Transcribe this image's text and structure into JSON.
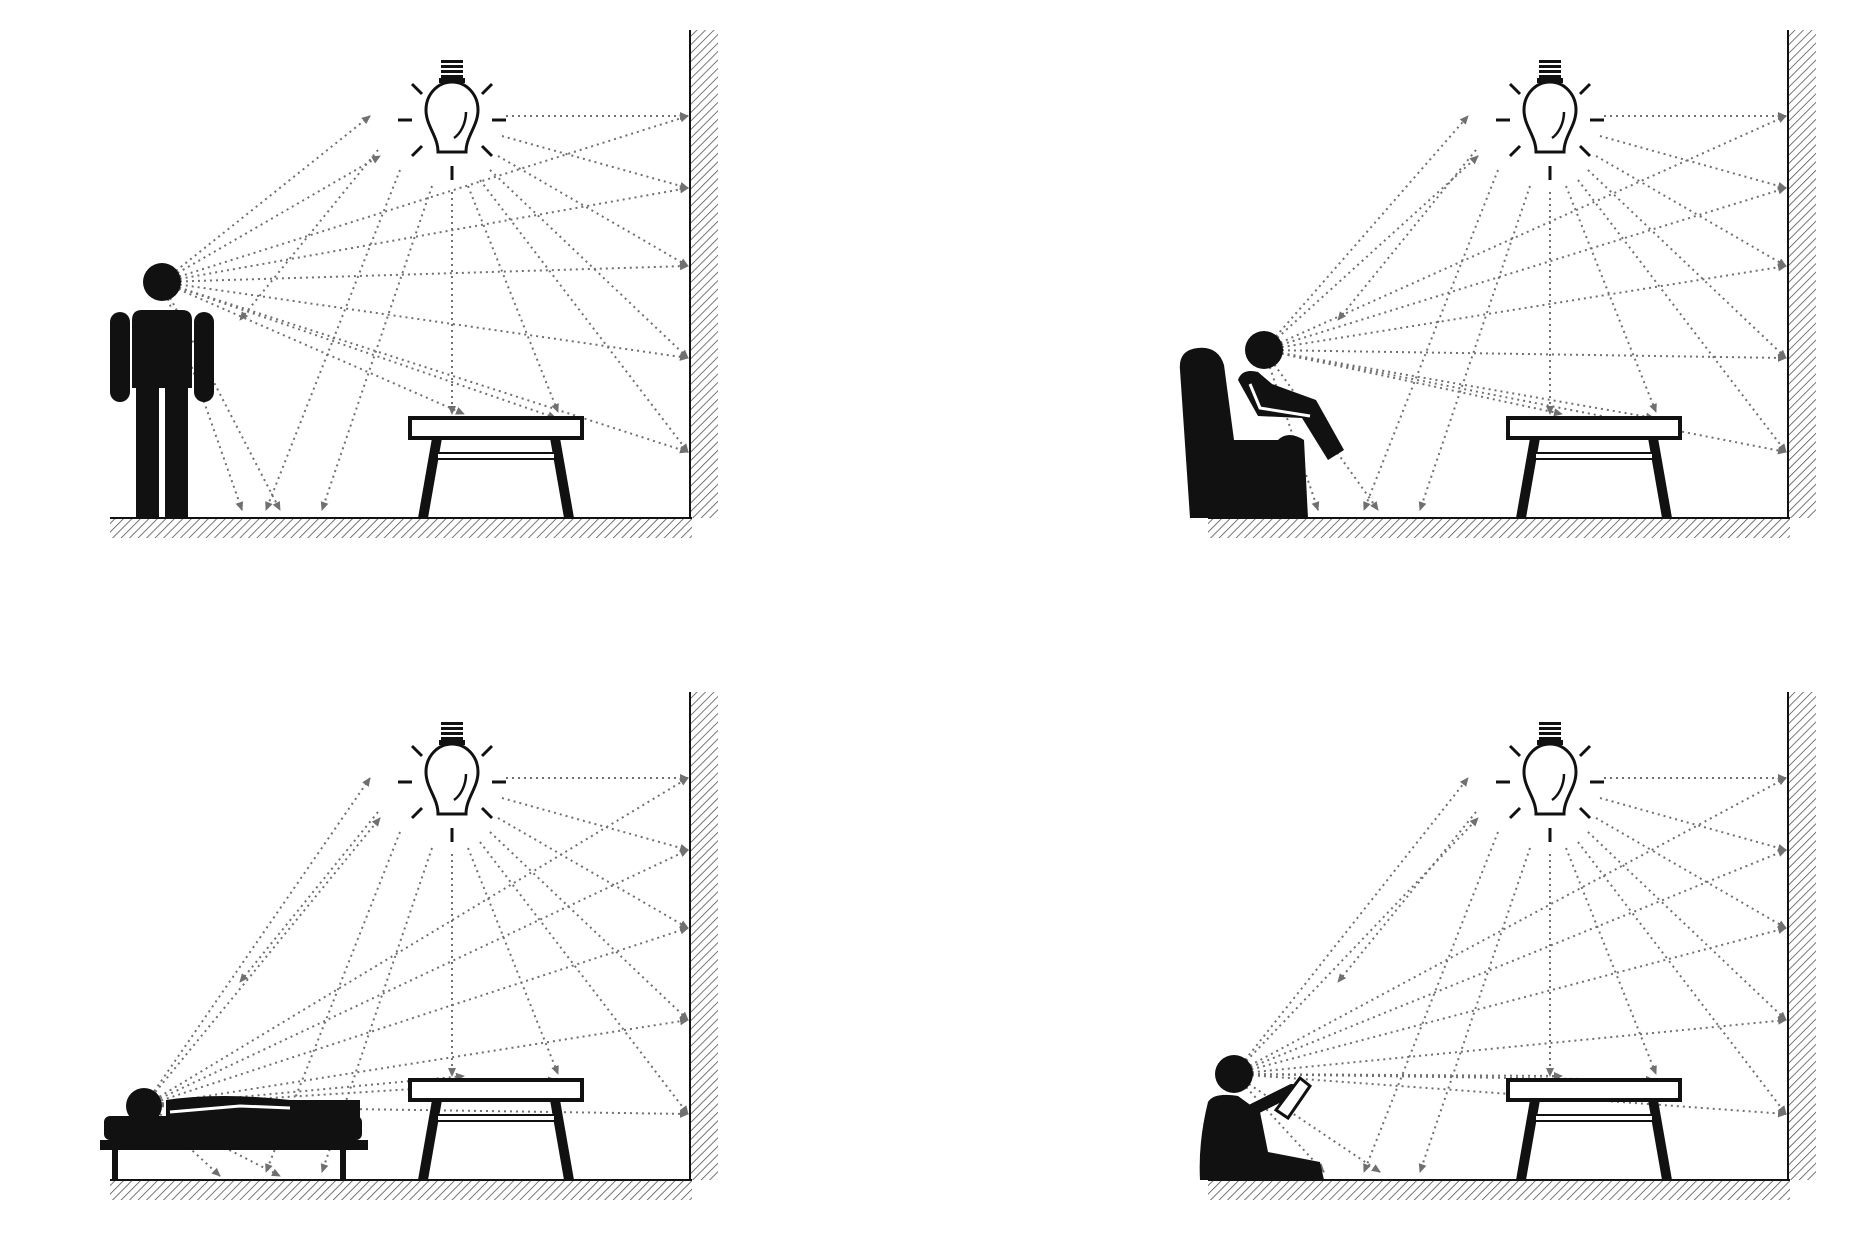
{
  "diagram": {
    "panels": [
      {
        "id": "standing",
        "posture": "standing-person",
        "furniture": "coffee-table"
      },
      {
        "id": "armchair",
        "posture": "seated-in-armchair-person",
        "furniture": "coffee-table"
      },
      {
        "id": "lying",
        "posture": "lying-on-bed-person",
        "furniture": "coffee-table"
      },
      {
        "id": "floor-reading",
        "posture": "seated-on-floor-reading-person",
        "furniture": "coffee-table"
      }
    ],
    "icons": {
      "light": "light-bulb-icon",
      "wall": "hatched-wall",
      "floor": "hatched-floor",
      "table": "coffee-table-icon"
    },
    "colors": {
      "silhouette": "#111111",
      "rays": "#707070",
      "hatch": "#555555",
      "background": "#ffffff"
    }
  }
}
